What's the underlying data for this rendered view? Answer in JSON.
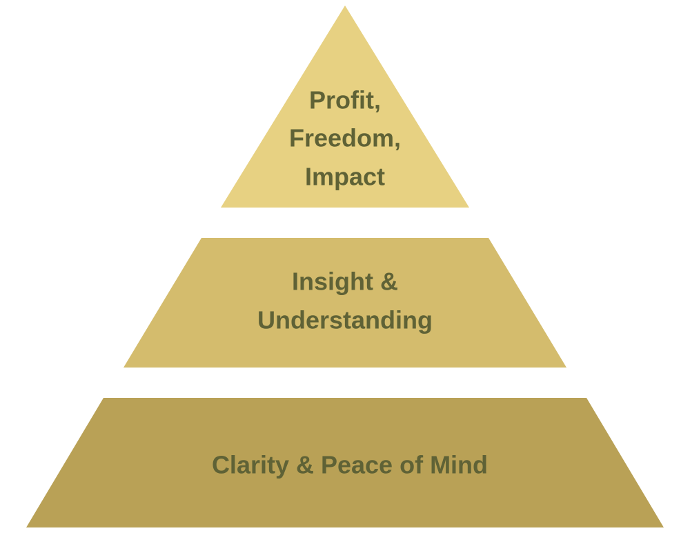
{
  "pyramid": {
    "colors": {
      "text": "#5f6236",
      "background": "#ffffff"
    },
    "tiers": [
      {
        "lines": [
          "Profit,",
          "Freedom,",
          "Impact"
        ],
        "color": "#e7d182"
      },
      {
        "lines": [
          "Insight &",
          "Understanding"
        ],
        "color": "#d4bc6d"
      },
      {
        "lines": [
          "Clarity & Peace of Mind"
        ],
        "color": "#b9a156"
      }
    ]
  }
}
